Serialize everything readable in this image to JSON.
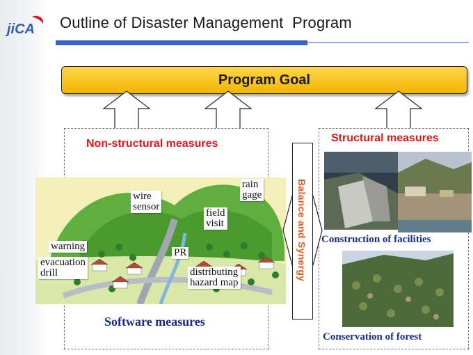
{
  "header": {
    "logo_text": "jiCA",
    "title": "Outline of Disaster Management  Program"
  },
  "goal": {
    "label": "Program Goal"
  },
  "nonstructural": {
    "heading": "Non-structural measures",
    "tags": {
      "wire_sensor": [
        "wire",
        "sensor"
      ],
      "rain_gage": [
        "rain",
        "gage"
      ],
      "field_visit": [
        "field",
        "visit"
      ],
      "warning": "warning",
      "pr": "PR",
      "evacuation_drill": [
        "evacuation",
        "drill"
      ],
      "distributing_hazard_map": [
        "distributing",
        "hazard map"
      ]
    },
    "footer": "Software measures"
  },
  "balance": {
    "label": "Balance and Synergy"
  },
  "structural": {
    "heading": "Structural measures",
    "caption_facilities": "Construction of facilities",
    "caption_forest": "Conservation of forest"
  },
  "colors": {
    "accent_blue": "#3563c9",
    "goal_yellow": "#f2b600",
    "heading_red": "#e8141c",
    "balance_orange": "#e8581c",
    "caption_navy": "#1a2c8a"
  }
}
